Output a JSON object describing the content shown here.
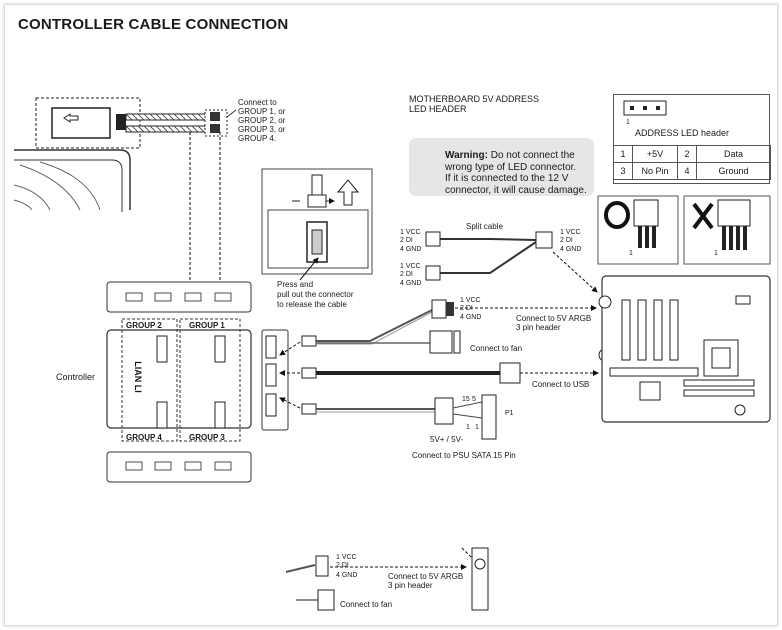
{
  "title": "CONTROLLER CABLE CONNECTION",
  "fan_connect_lines": [
    "Connect to",
    "GROUP 1, or",
    "GROUP 2, or",
    "GROUP 3, or",
    "GROUP 4."
  ],
  "motherboard_header_lines": [
    "MOTHERBOARD 5V ADDRESS",
    "LED HEADER"
  ],
  "warning": {
    "title": "Warning:",
    "lines": [
      "Do not connect the",
      "wrong type of LED connector.",
      "If it is connected to the 12 V",
      "connector, it will cause damage."
    ]
  },
  "address_header": {
    "label": "ADDRESS LED header",
    "pin_one": "1",
    "rows": [
      [
        "1",
        "+5V",
        "2",
        "Data"
      ],
      [
        "3",
        "No Pin",
        "4",
        "Ground"
      ]
    ]
  },
  "release_note_lines": [
    "Press and",
    "pull out the connector",
    "to release the cable"
  ],
  "controller_label": "Controller",
  "groups": [
    "GROUP 2",
    "GROUP 1",
    "GROUP 4",
    "GROUP 3"
  ],
  "brand_text": "LIAN LI",
  "split_cable_label": "Split cable",
  "pins_3": [
    "1 VCC",
    "2 DI",
    "4 GND"
  ],
  "argb_connect_lines": [
    "Connect to 5V ARGB",
    "3 pin header"
  ],
  "connect_fan": "Connect to fan",
  "connect_usb": "Connect to USB",
  "sata": {
    "pin15": "15",
    "pin5": "5",
    "pin1a": "1",
    "pin1b": "1",
    "p1": "P1",
    "voltage": "5V+ / 5V-"
  },
  "connect_psu": "Connect  to PSU SATA 15 Pin",
  "pin_one_marker": "1",
  "check_marks": {
    "ok": "O",
    "bad": "X"
  }
}
